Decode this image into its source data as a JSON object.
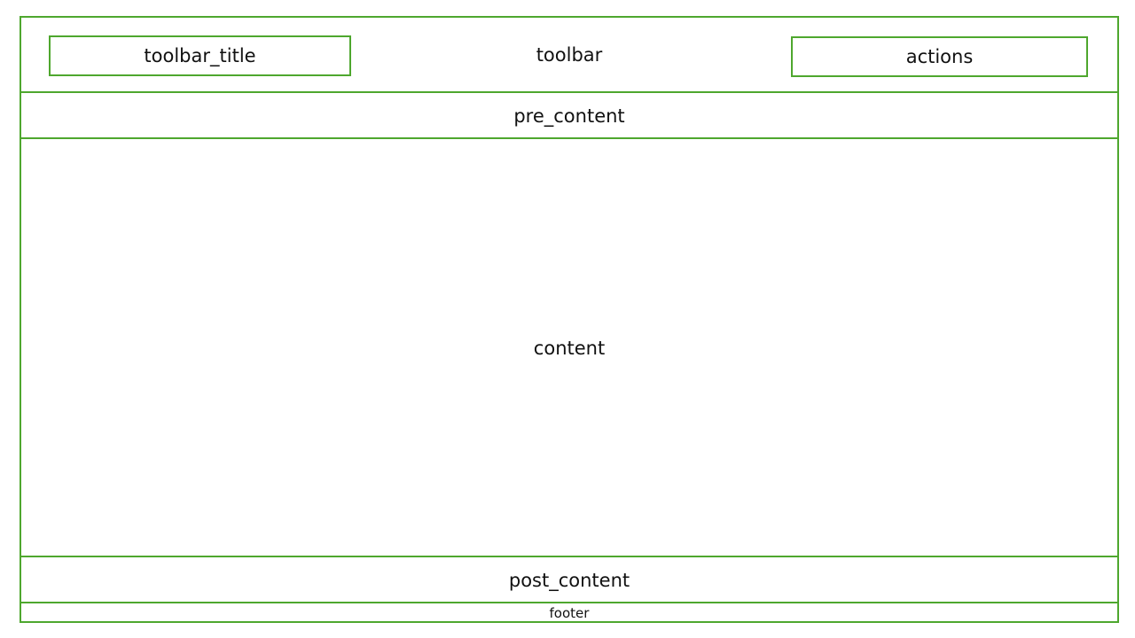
{
  "regions": {
    "toolbar": "toolbar",
    "toolbar_title": "toolbar_title",
    "actions": "actions",
    "pre_content": "pre_content",
    "content": "content",
    "post_content": "post_content",
    "footer": "footer"
  },
  "colors": {
    "outline": "#4ea72e"
  }
}
